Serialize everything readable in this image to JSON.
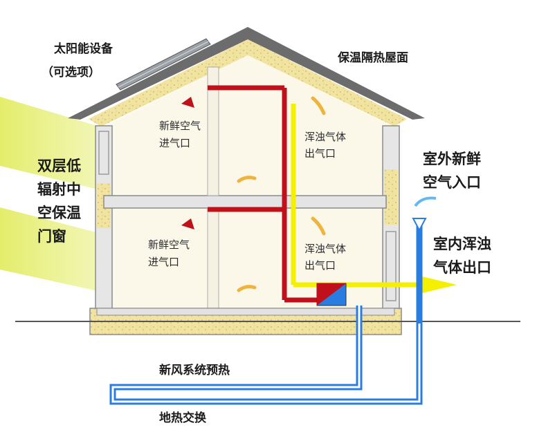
{
  "labels": {
    "solar_line1": "太阳能设备",
    "solar_line2": "（可选项）",
    "roof": "保温隔热屋面",
    "window": [
      "双层低",
      "辐射中",
      "空保温",
      "门窗"
    ],
    "fresh_upper": [
      "新鲜空气",
      "进气口"
    ],
    "stale_upper": [
      "浑浊气体",
      "出气口"
    ],
    "fresh_lower": [
      "新鲜空气",
      "进气口"
    ],
    "stale_lower": [
      "浑浊气体",
      "出气口"
    ],
    "outdoor_fresh": [
      "室外新鲜",
      "空气入口"
    ],
    "indoor_stale": [
      "室内浑浊",
      "气体出口"
    ],
    "preheat": "新风系统预热",
    "geothermal": "地热交换"
  },
  "colors": {
    "sunlight": "#e7f07a",
    "insulation": "#f1e3a0",
    "interior": "#fbf8ea",
    "house_frame": "#8a8a8a",
    "fresh_duct": "#c0101b",
    "stale_duct": "#f4f000",
    "outdoor_pipe": "#2a7de0",
    "ground_pipe": "#62b8ef",
    "airflow_arrow": "#f0b43c"
  }
}
